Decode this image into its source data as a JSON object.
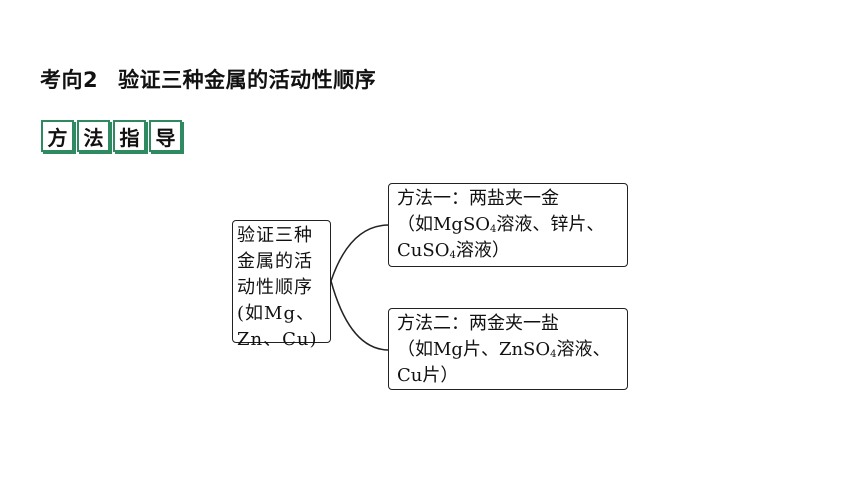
{
  "heading": {
    "label": "考向2",
    "title": "验证三种金属的活动性顺序"
  },
  "badge": {
    "chars": [
      "方",
      "法",
      "指",
      "导"
    ]
  },
  "center": {
    "lines": [
      "验证三种",
      "金属的活",
      "动性顺序",
      "(如Mg、",
      "Zn、Cu)"
    ]
  },
  "method1": {
    "title": "方法一：两盐夹一金",
    "line2_pre": "（如MgSO",
    "line2_sub": "4",
    "line2_post": "溶液、锌片、",
    "line3_pre": "CuSO",
    "line3_sub": "4",
    "line3_post": "溶液）"
  },
  "method2": {
    "title": "方法二：两金夹一盐",
    "line2_pre": "（如Mg片、ZnSO",
    "line2_sub": "4",
    "line2_post": "溶液、",
    "line3": "Cu片）"
  },
  "colors": {
    "badge_border": "#2f8a62",
    "text": "#111111"
  }
}
